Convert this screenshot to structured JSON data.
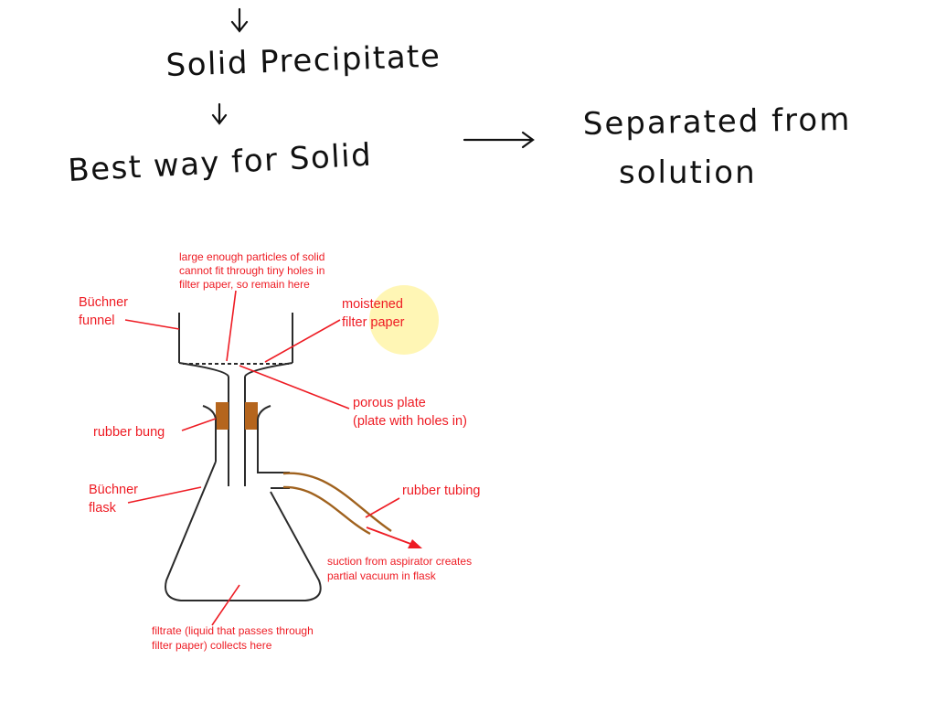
{
  "handwritten_notes": {
    "line1": "Solid Precipitate",
    "line2": "Best way for Solid",
    "result_line1": "Separated from",
    "result_line2": "solution"
  },
  "diagram": {
    "labels": {
      "solid_note_line1": "large enough particles of solid",
      "solid_note_line2": "cannot fit through tiny holes in",
      "solid_note_line3": "filter paper, so remain here",
      "buchner_funnel_line1": "Büchner",
      "buchner_funnel_line2": "funnel",
      "moistened_line1": "moistened",
      "moistened_line2": "filter paper",
      "porous_line1": "porous plate",
      "porous_line2": "(plate with holes in)",
      "rubber_bung": "rubber bung",
      "buchner_flask_line1": "Büchner",
      "buchner_flask_line2": "flask",
      "rubber_tubing": "rubber tubing",
      "suction_line1": "suction from aspirator creates",
      "suction_line2": "partial vacuum in flask",
      "filtrate_line1": "filtrate (liquid that passes through",
      "filtrate_line2": "filter paper) collects here"
    },
    "colors": {
      "label": "#ee1c24",
      "apparatus": "#2b2b2b",
      "bung": "#b5651d",
      "tubing": "#a0621e",
      "highlight": "#fff4a8"
    }
  }
}
